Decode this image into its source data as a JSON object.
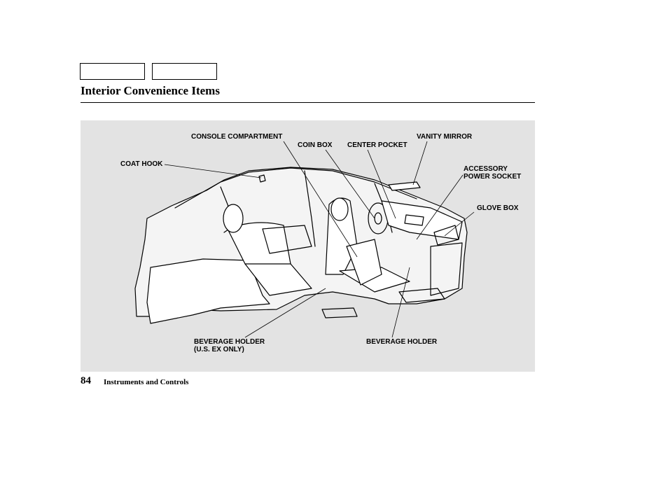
{
  "header": {
    "title": "Interior Convenience Items",
    "nav_buttons": [
      "",
      ""
    ]
  },
  "figure": {
    "callouts": {
      "console_compartment": "CONSOLE COMPARTMENT",
      "coin_box": "COIN BOX",
      "center_pocket": "CENTER POCKET",
      "vanity_mirror": "VANITY MIRROR",
      "coat_hook": "COAT HOOK",
      "accessory_power_socket_line1": "ACCESSORY",
      "accessory_power_socket_line2": "POWER SOCKET",
      "glove_box": "GLOVE BOX",
      "beverage_holder_rear_line1": "BEVERAGE HOLDER",
      "beverage_holder_rear_line2": "(U.S. EX ONLY)",
      "beverage_holder_front": "BEVERAGE HOLDER"
    }
  },
  "footer": {
    "page_number": "84",
    "section": "Instruments and Controls"
  }
}
